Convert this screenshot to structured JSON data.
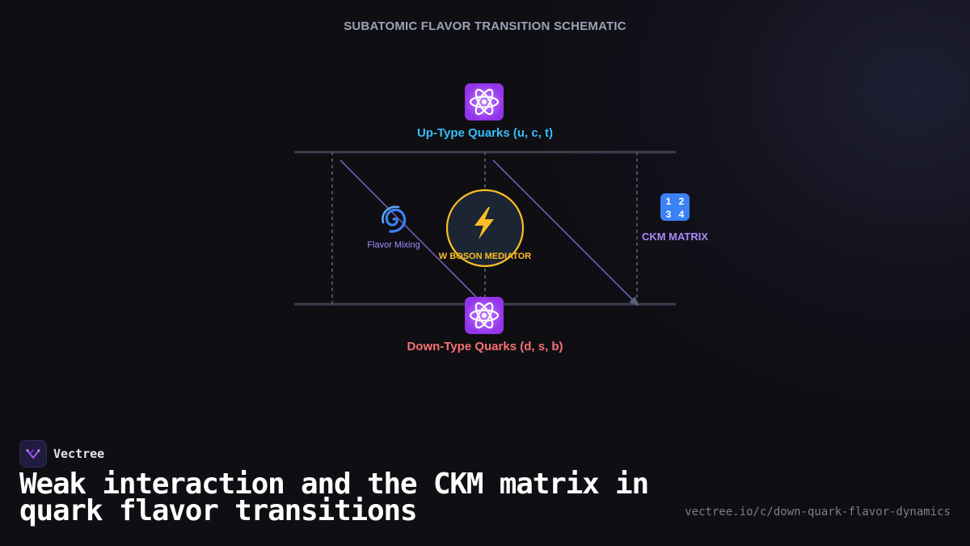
{
  "diagram": {
    "title": "SUBATOMIC FLAVOR TRANSITION SCHEMATIC",
    "up_quarks": {
      "icon": "atom-icon",
      "label": "Up-Type Quarks (u, c, t)"
    },
    "down_quarks": {
      "icon": "atom-icon",
      "label": "Down-Type Quarks (d, s, b)"
    },
    "mediator": {
      "icon": "lightning-icon",
      "label": "W BOSON MEDIATOR"
    },
    "flavor_mixing": {
      "icon": "cyclone-icon",
      "label": "Flavor Mixing"
    },
    "ckm_matrix": {
      "icon": "numbers-icon",
      "label": "CKM MATRIX"
    },
    "colors": {
      "up": "#38bdf8",
      "down": "#f87171",
      "mediator": "#fbbf24",
      "mixing": "#a78bfa",
      "rail": "#3a4150",
      "arrow": "#6d5fb0"
    }
  },
  "footer": {
    "brand": "Vectree",
    "headline": "Weak interaction and the CKM matrix in quark flavor transitions",
    "url": "vectree.io/c/down-quark-flavor-dynamics"
  }
}
